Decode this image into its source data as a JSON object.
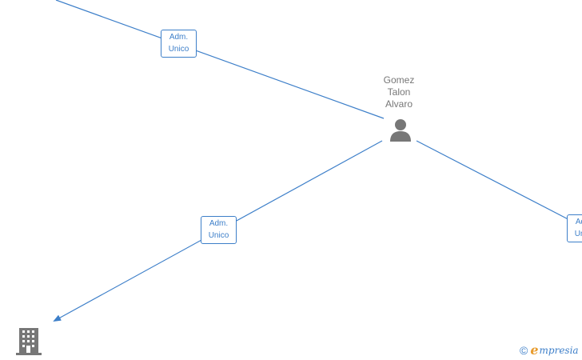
{
  "person": {
    "name_lines": [
      "Gomez",
      "Talon",
      "Alvaro"
    ],
    "icon": "person-icon"
  },
  "company": {
    "icon": "building-icon"
  },
  "edges": [
    {
      "label_lines": [
        "Adm.",
        "Unico"
      ]
    },
    {
      "label_lines": [
        "Adm.",
        "Unico"
      ]
    },
    {
      "label_lines": [
        "Adm.",
        "Unico"
      ]
    }
  ],
  "brand": {
    "copyright": "©",
    "initial": "e",
    "rest": "mpresia"
  },
  "colors": {
    "edge": "#3d7fc9",
    "node_icon": "#777777",
    "brand_accent": "#e89b2d"
  }
}
